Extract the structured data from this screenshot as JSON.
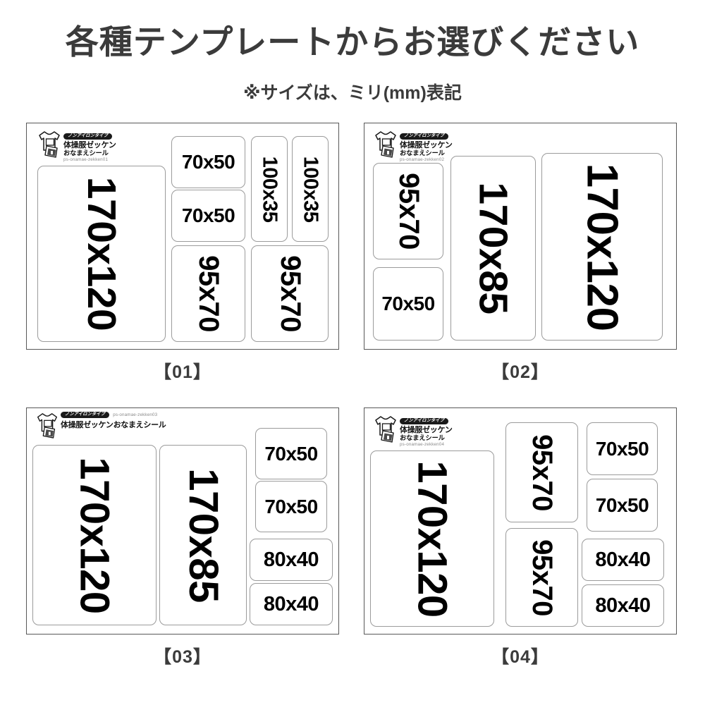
{
  "header": {
    "title": "各種テンプレートからお選びください",
    "subtitle": "※サイズは、ミリ(mm)表記"
  },
  "brand": {
    "badge": "ノンアイロンタイプ",
    "line1": "体操服ゼッケン",
    "line2": "おなまえシール",
    "line_combined": "体操服ゼッケンおなまえシール",
    "icon": "tshirt-icon"
  },
  "colors": {
    "text": "#3b3b3b",
    "sheet_border": "#585858",
    "cell_border": "#9b9b9b",
    "code_text": "#8a8a8a",
    "badge_bg": "#1a1a1a",
    "background": "#ffffff"
  },
  "templates": [
    {
      "caption": "【01】",
      "code": "ps-onamae-zekken01",
      "cells": [
        {
          "label": "170x120",
          "rotated": true
        },
        {
          "label": "70x50",
          "rotated": false
        },
        {
          "label": "70x50",
          "rotated": false
        },
        {
          "label": "100x35",
          "rotated": true
        },
        {
          "label": "100x35",
          "rotated": true
        },
        {
          "label": "95x70",
          "rotated": true
        },
        {
          "label": "95x70",
          "rotated": true
        }
      ]
    },
    {
      "caption": "【02】",
      "code": "ps-onamae-zekken02",
      "cells": [
        {
          "label": "95x70",
          "rotated": true
        },
        {
          "label": "70x50",
          "rotated": false
        },
        {
          "label": "170x85",
          "rotated": true
        },
        {
          "label": "170x120",
          "rotated": true
        }
      ]
    },
    {
      "caption": "【03】",
      "code": "ps-onamae-zekken03",
      "cells": [
        {
          "label": "170x120",
          "rotated": true
        },
        {
          "label": "170x85",
          "rotated": true
        },
        {
          "label": "70x50",
          "rotated": false
        },
        {
          "label": "70x50",
          "rotated": false
        },
        {
          "label": "80x40",
          "rotated": false
        },
        {
          "label": "80x40",
          "rotated": false
        }
      ]
    },
    {
      "caption": "【04】",
      "code": "ps-onamae-zekken04",
      "cells": [
        {
          "label": "170x120",
          "rotated": true
        },
        {
          "label": "95x70",
          "rotated": true
        },
        {
          "label": "95x70",
          "rotated": true
        },
        {
          "label": "70x50",
          "rotated": false
        },
        {
          "label": "70x50",
          "rotated": false
        },
        {
          "label": "80x40",
          "rotated": false
        },
        {
          "label": "80x40",
          "rotated": false
        }
      ]
    }
  ]
}
